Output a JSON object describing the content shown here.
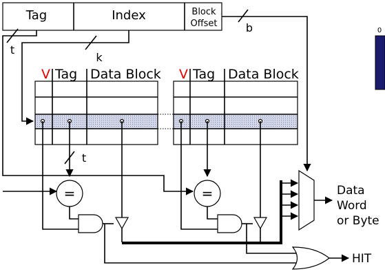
{
  "address": {
    "tag_label": "Tag",
    "index_label": "Index",
    "offset_label_line1": "Block",
    "offset_label_line2": "Offset"
  },
  "wire_labels": {
    "t_top": "t",
    "k": "k",
    "b": "b",
    "t_compare": "t"
  },
  "ways": [
    {
      "v_label": "V",
      "tag_label": "Tag",
      "data_label": "Data Block"
    },
    {
      "v_label": "V",
      "tag_label": "Tag",
      "data_label": "Data Block"
    }
  ],
  "comparator_symbol": "=",
  "mux_output": {
    "line1": "Data",
    "line2": "Word",
    "line3": "or Byte"
  },
  "hit_label": "HIT",
  "partial_right_edge_text": "0",
  "colors": {
    "valid_label": "#e00000",
    "selected_row": "#c8cde0",
    "dark_block": "#1a1a6e"
  }
}
